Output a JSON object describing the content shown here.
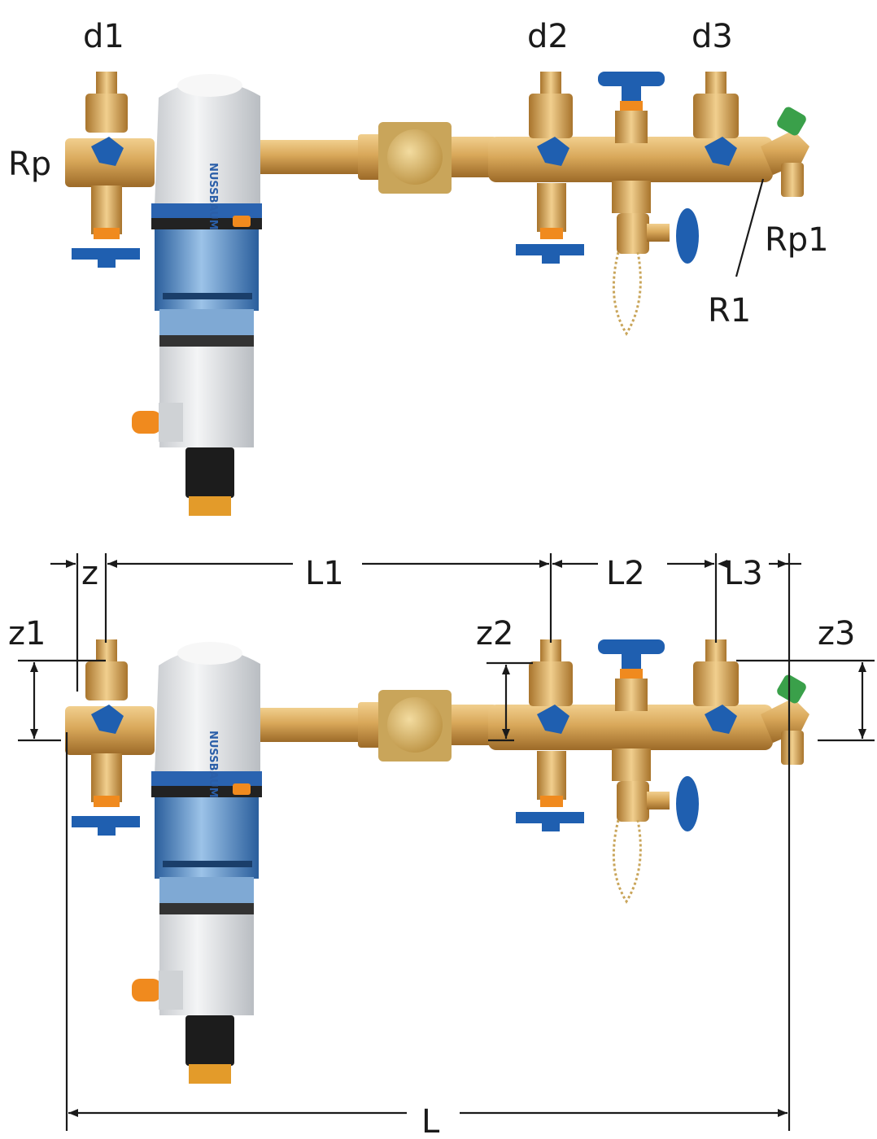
{
  "brand_logo_text": "NUSSBAUM",
  "colors": {
    "brass": "#d9a85a",
    "brass_dark": "#a8742c",
    "handle_blue": "#1f5fb0",
    "orange": "#f08a1e",
    "filter_white": "#e8eaec",
    "bowl_blue": "#4f86c2",
    "cap_green": "#3aa04a",
    "line": "#1a1a1a"
  },
  "top_view": {
    "labels": {
      "d1": "d1",
      "d2": "d2",
      "d3": "d3",
      "rp": "Rp",
      "rp1": "Rp1",
      "r1": "R1"
    }
  },
  "bottom_view": {
    "dimensions": {
      "z": "z",
      "l1": "L1",
      "l2": "L2",
      "l3": "L3",
      "z1": "z1",
      "z2": "z2",
      "z3": "z3",
      "l": "L"
    }
  }
}
